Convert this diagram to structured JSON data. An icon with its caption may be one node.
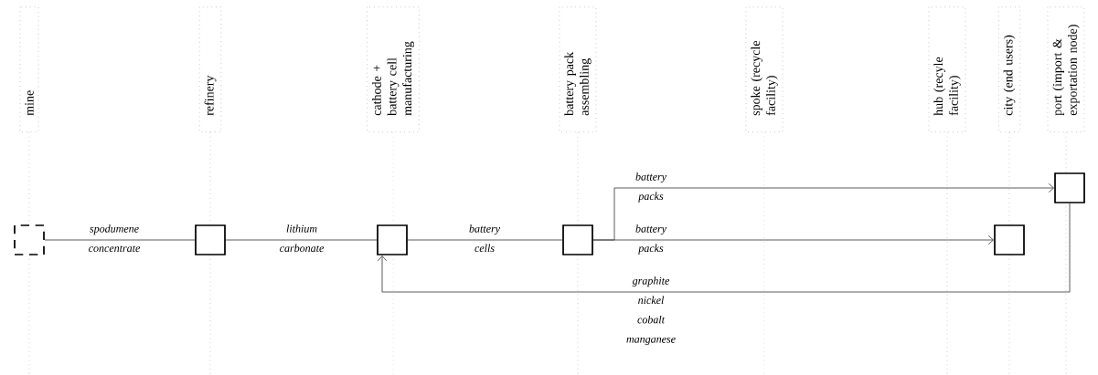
{
  "diagram": {
    "nodes": [
      {
        "text": [
          "mine"
        ]
      },
      {
        "text": [
          "refinery"
        ]
      },
      {
        "text": [
          "cathode + battery cell manufacturing"
        ]
      },
      {
        "text": [
          "battery pack assembling"
        ]
      },
      {
        "text": [
          "spoke (recycle facility)"
        ]
      },
      {
        "text": [
          "hub (recyle facility)"
        ]
      },
      {
        "text": [
          "city (end users)"
        ]
      },
      {
        "text": [
          "port (import & exportation node)"
        ]
      },
      {
        "text": [],
        "shape": "bracket"
      },
      {
        "text": [],
        "shape": "box"
      },
      {
        "text": [],
        "shape": "box"
      },
      {
        "text": [],
        "shape": "box"
      },
      {
        "text": [],
        "shape": "box"
      },
      {
        "text": [],
        "shape": "box"
      }
    ],
    "edges": [
      {
        "from": 8,
        "to": 9,
        "arrow": "none",
        "label": "spodumene concentrate"
      },
      {
        "from": 9,
        "to": 10,
        "arrow": "none",
        "label": "lithium carbonate"
      },
      {
        "from": 10,
        "to": 11,
        "arrow": "none",
        "label": "battery cells"
      },
      {
        "from": 11,
        "to": 13,
        "arrow": "to",
        "label": "battery packs"
      },
      {
        "from": 11,
        "to": 12,
        "arrow": "to",
        "label": "battery packs"
      },
      {
        "from": 13,
        "to": 10,
        "arrow": "to",
        "label": "graphite nickel cobalt manganese"
      }
    ]
  }
}
